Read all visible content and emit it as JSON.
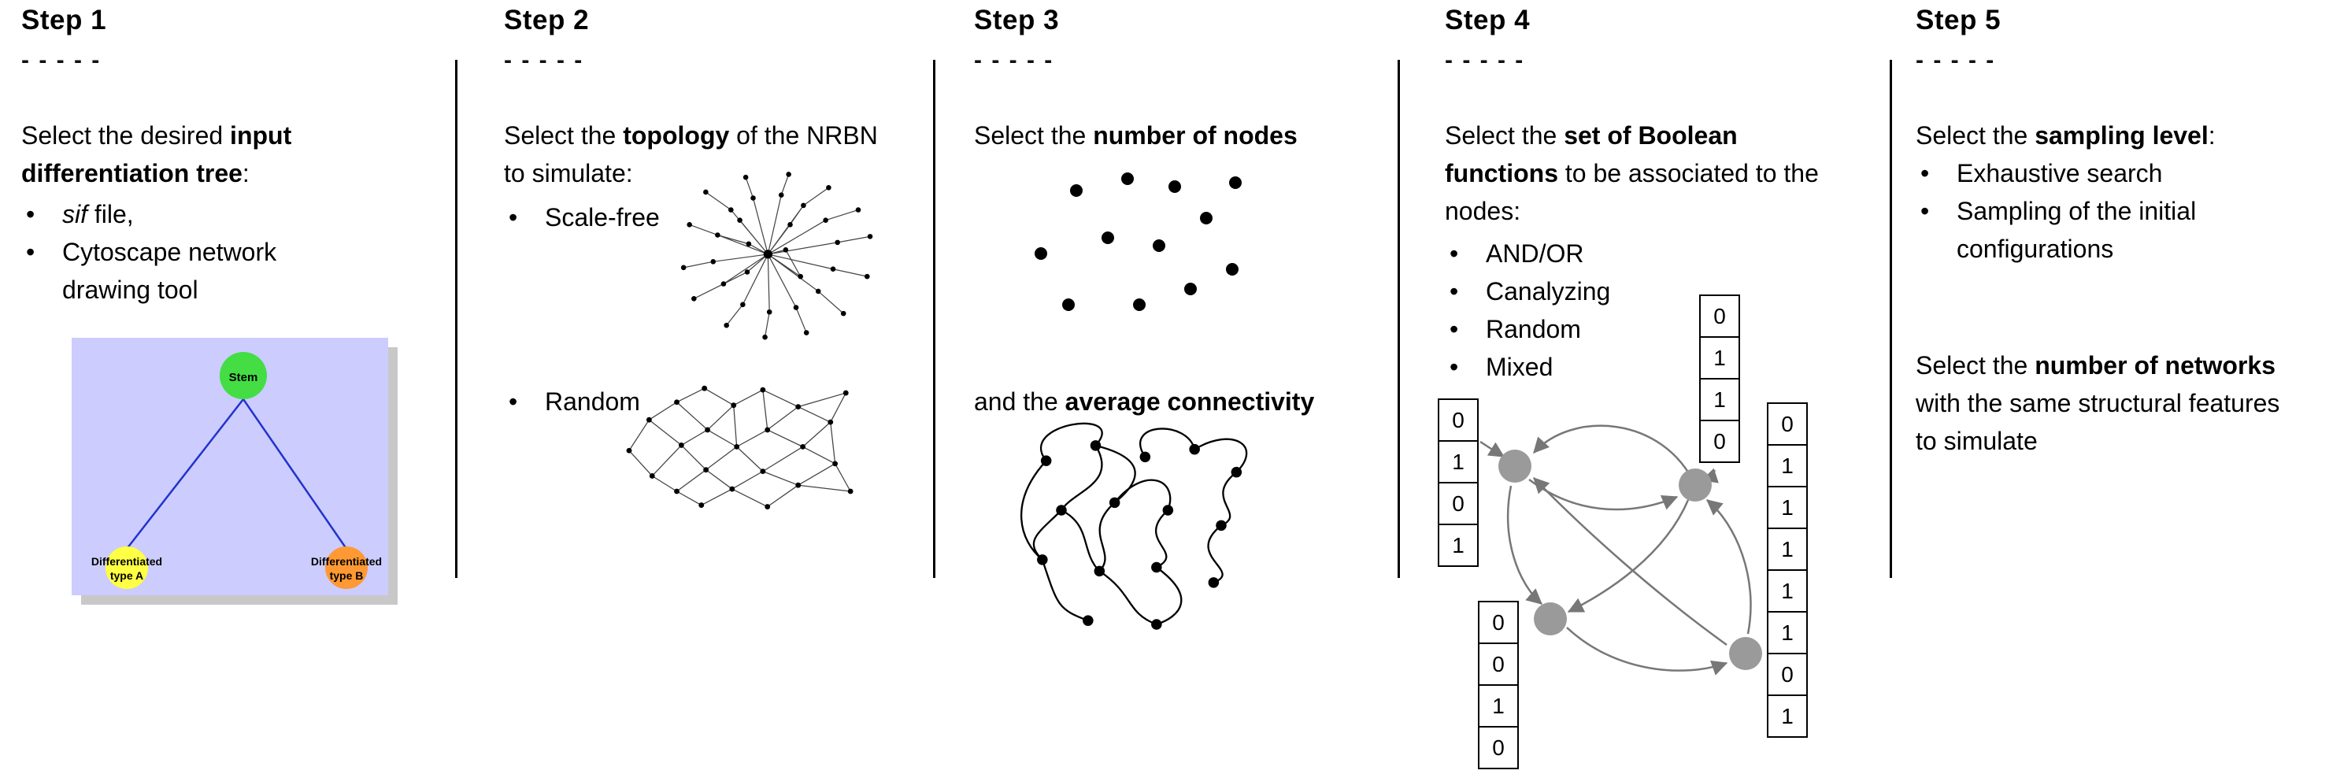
{
  "ui": {
    "bullet": "•",
    "dashes": "- - - - -"
  },
  "colors": {
    "divider": "#000000",
    "tree_bg": "#ccccff",
    "tree_shadow": "#9a9a9a",
    "tree_edge": "#2233cc",
    "stem_fill": "#44dd44",
    "stem_stroke": "#22aa22",
    "type_a_fill": "#ffff44",
    "type_a_stroke": "#bbbb00",
    "type_b_fill": "#ff9933",
    "type_b_stroke": "#cc6600",
    "gray_node_fill": "#9a9a9a",
    "gray_node_stroke": "#606060"
  },
  "step1": {
    "title": "Step 1",
    "intro_pre": "Select the desired ",
    "intro_bold": "input differentiation tree",
    "intro_post": ":",
    "bullet1_italic": "sif",
    "bullet1_rest": " file,",
    "bullet2": "Cytoscape network drawing tool",
    "tree": {
      "stem": "Stem",
      "type_a_line1": "Differentiated",
      "type_a_line2": "type A",
      "type_b_line1": "Differentiated",
      "type_b_line2": "type B"
    }
  },
  "step2": {
    "title": "Step 2",
    "intro_pre": "Select the ",
    "intro_bold": "topology",
    "intro_post": " of the NRBN to simulate:",
    "bullet1": "Scale-free",
    "bullet2": "Random"
  },
  "step3": {
    "title": "Step 3",
    "line1_pre": "Select the ",
    "line1_bold": "number of nodes",
    "line2_pre": "and the ",
    "line2_bold": "average connectivity"
  },
  "step4": {
    "title": "Step 4",
    "intro_pre": "Select the ",
    "intro_bold": "set of Boolean functions",
    "intro_post": " to be associated to the nodes:",
    "bullets": [
      "AND/OR",
      "Canalyzing",
      "Random",
      "Mixed"
    ],
    "cols": {
      "left": [
        "0",
        "1",
        "0",
        "1"
      ],
      "top": [
        "0",
        "1",
        "1",
        "0"
      ],
      "bottom": [
        "0",
        "0",
        "1",
        "0"
      ],
      "right": [
        "0",
        "1",
        "1",
        "1",
        "1",
        "1",
        "0",
        "1"
      ]
    }
  },
  "step5": {
    "title": "Step 5",
    "intro_pre": "Select the ",
    "intro_bold": "sampling level",
    "intro_post": ":",
    "bullets": [
      "Exhaustive search",
      "Sampling of the initial configurations"
    ],
    "second_pre": "Select the ",
    "second_bold": "number of networks",
    "second_post": " with the same structural features to simulate"
  }
}
